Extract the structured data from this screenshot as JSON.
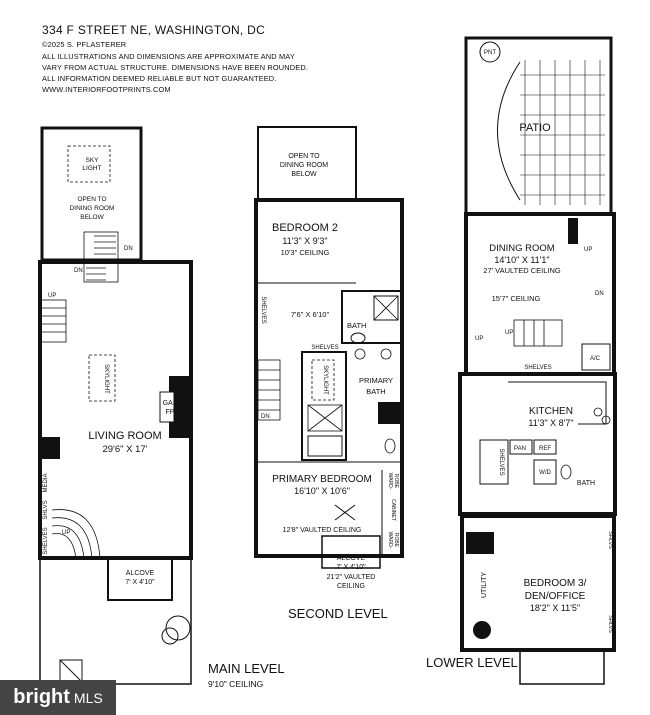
{
  "header": {
    "address": "334 F STREET NE, WASHINGTON, DC",
    "copyright": "©2025 S. PFLASTERER",
    "disclaimer_1": "ALL ILLUSTRATIONS AND DIMENSIONS ARE APPROXIMATE AND MAY",
    "disclaimer_2": "VARY FROM ACTUAL STRUCTURE. DIMENSIONS HAVE BEEN ROUNDED.",
    "disclaimer_3": "ALL INFORMATION DEEMED RELIABLE BUT NOT GUARANTEED.",
    "website": "WWW.INTERIORFOOTPRINTS.COM"
  },
  "main_level": {
    "title": "MAIN LEVEL",
    "ceiling": "9'10\" CEILING",
    "skylight_top": [
      "SKY",
      "LIGHT"
    ],
    "open_to_dining": [
      "OPEN TO",
      "DINING ROOM",
      "BELOW"
    ],
    "dn_1": "DN",
    "dn_2": "DN",
    "up_1": "UP",
    "up_2": "UP",
    "skylight": "SKYLIGHT",
    "gas_fp": [
      "GAS",
      "FP"
    ],
    "living_room": "LIVING ROOM",
    "living_dim": "29'6\" X 17'",
    "media": "MEDIA",
    "shlvs": "SHLVS",
    "shelves": "SHELVES",
    "alcove": "ALCOVE",
    "alcove_dim": "7' X 4'10\""
  },
  "second_level": {
    "title": "SECOND LEVEL",
    "open_to_dining": [
      "OPEN TO",
      "DINING ROOM",
      "BELOW"
    ],
    "bedroom2": "BEDROOM 2",
    "bedroom2_dim": "11'3\" X 9'3\"",
    "bedroom2_ceiling": "10'3\" CEILING",
    "shelves": "SHELVES",
    "hall_dim": "7'6\" X 6'10\"",
    "bath": "BATH",
    "shelves_2": "SHELVES",
    "skylight": "SKYLIGHT",
    "primary_bath": [
      "PRIMARY",
      "BATH"
    ],
    "dn": "DN",
    "primary_bedroom": "PRIMARY BEDROOM",
    "primary_dim": "16'10\" X 10'6\"",
    "vaulted": "12'8\" VAULTED CEILING",
    "wardrobe_1": [
      "WARD-",
      "ROBE"
    ],
    "cabinet": "CABINET",
    "wardrobe_2": [
      "WARD-",
      "ROBE"
    ],
    "alcove": "ALCOVE",
    "alcove_dim": "7' X 4'10\"",
    "alcove_ceiling": [
      "21'2\" VAULTED",
      "CEILING"
    ]
  },
  "lower_level": {
    "title": "LOWER LEVEL",
    "pnt": "PNT",
    "patio": "PATIO",
    "dining_room": "DINING ROOM",
    "dining_dim": "14'10\" X 11'1\"",
    "dining_vaulted": "27' VAULTED CEILING",
    "dining_ceiling": "15'7\" CEILING",
    "up_1": "UP",
    "up_2": "UP",
    "up_3": "UP",
    "dn": "DN",
    "shelves": "SHELVES",
    "ac": "A/C",
    "kitchen": "KITCHEN",
    "kitchen_dim": "11'3\" X 8'7\"",
    "shelves_2": "SHELVES",
    "pan": "PAN",
    "ref": "REF",
    "wd": "W/D",
    "bath": "BATH",
    "utility": "UTILITY",
    "bedroom3": [
      "BEDROOM 3/",
      "DEN/OFFICE"
    ],
    "bedroom3_dim": "18'2\" X 11'5\"",
    "shlvs_1": "SHLVS",
    "shlvs_2": "SHLVS"
  },
  "badge": {
    "brand": "bright",
    "sub": "MLS"
  }
}
